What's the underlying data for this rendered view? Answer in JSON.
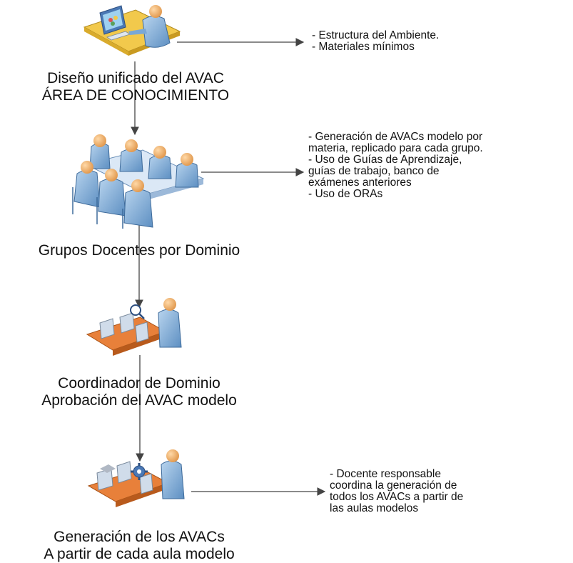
{
  "stages": [
    {
      "id": "diseno",
      "icon": "designer-at-computer-icon",
      "label_lines": [
        "Diseño unificado del AVAC",
        "ÁREA DE CONOCIMIENTO"
      ],
      "note_lines": [
        "- Estructura  del Ambiente.",
        "- Materiales mínimos"
      ]
    },
    {
      "id": "grupos",
      "icon": "meeting-group-icon",
      "label_lines": [
        "Grupos Docentes por Dominio"
      ],
      "note_lines": [
        "- Generación de AVACs modelo por",
        "materia, replicado para cada grupo.",
        "- Uso de Guías de Aprendizaje,",
        "guías de trabajo, banco de",
        "exámenes anteriores",
        "- Uso de ORAs"
      ]
    },
    {
      "id": "coordinador",
      "icon": "inspection-conveyor-icon",
      "label_lines": [
        "Coordinador de Dominio",
        "Aprobación del AVAC modelo"
      ],
      "note_lines": []
    },
    {
      "id": "generacion",
      "icon": "production-conveyor-icon",
      "label_lines": [
        "Generación de los AVACs",
        "A partir de cada aula modelo"
      ],
      "note_lines": [
        "- Docente responsable",
        "coordina la generación de",
        "todos los AVACs a partir de",
        "las aulas modelos"
      ]
    }
  ],
  "colors": {
    "line": "#444444",
    "figure": "#8ab4dc",
    "figure_dark": "#4f7fb0",
    "skin": "#f0b070",
    "desk": "#f2c94c",
    "belt": "#e8803a",
    "paper": "#e6eef8"
  }
}
